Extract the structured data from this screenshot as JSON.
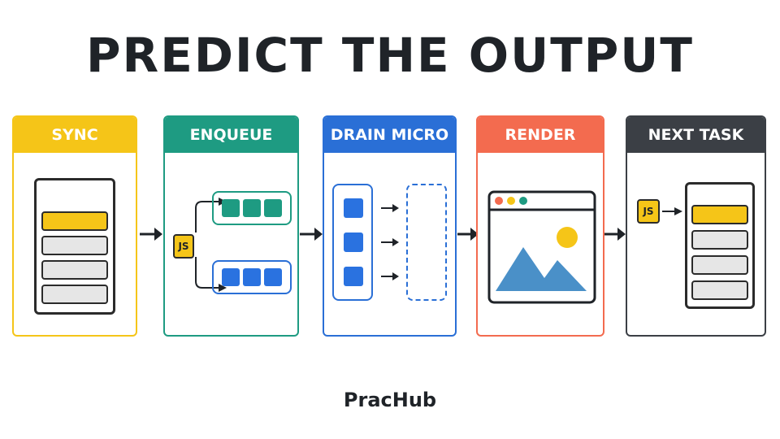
{
  "title": "PREDICT THE OUTPUT",
  "brand": "PracHub",
  "colors": {
    "sync": "#f5c518",
    "enqueue": "#1e9b82",
    "drain": "#2a6fd6",
    "render": "#f36b4f",
    "next": "#3b3f45",
    "blue_task": "#2a72e0",
    "teal_task": "#1e9b82",
    "sun": "#f5c518",
    "mountain": "#4a90c8"
  },
  "stages": [
    {
      "label": "SYNC"
    },
    {
      "label": "ENQUEUE"
    },
    {
      "label": "DRAIN MICRO"
    },
    {
      "label": "RENDER"
    },
    {
      "label": "NEXT TASK"
    }
  ],
  "chips": {
    "enqueue_js": "JS",
    "next_js": "JS"
  }
}
